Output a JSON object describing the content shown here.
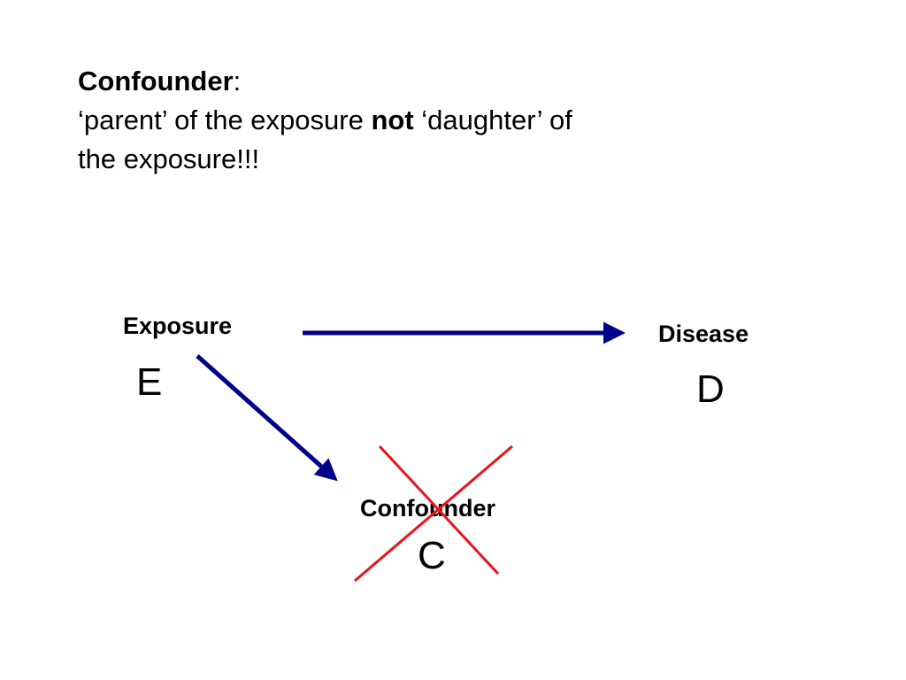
{
  "heading": {
    "term": "Confounder",
    "colon": ":",
    "line2_part1": "‘parent’ of the exposure ",
    "emphasis": "not",
    "line2_part2": " ‘daughter’ of",
    "line3": "the exposure!!!"
  },
  "nodes": {
    "exposure": {
      "label": "Exposure",
      "symbol": "E"
    },
    "disease": {
      "label": "Disease",
      "symbol": "D"
    },
    "confounder": {
      "label": "Confounder",
      "symbol": "C"
    }
  },
  "colors": {
    "arrow": "#00008B",
    "cross": "#E8141B",
    "text": "#000000"
  }
}
